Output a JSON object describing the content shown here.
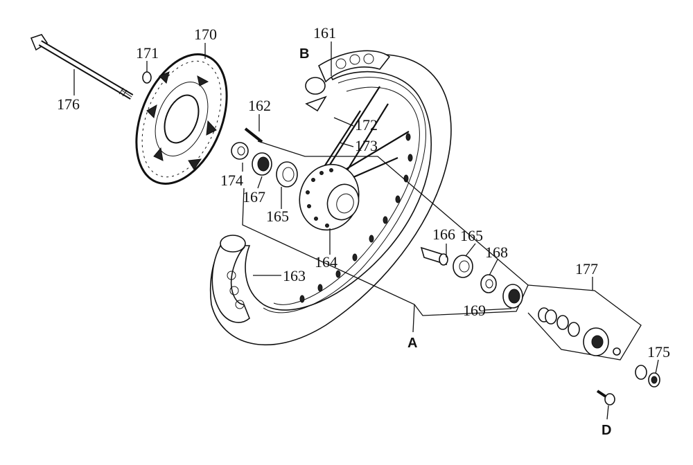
{
  "diagram": {
    "part_labels": {
      "p161": "161",
      "p162": "162",
      "p163": "163",
      "p164": "164",
      "p165a": "165",
      "p165b": "165",
      "p166": "166",
      "p167": "167",
      "p168": "168",
      "p169": "169",
      "p170": "170",
      "p171": "171",
      "p172": "172",
      "p173": "173",
      "p174": "174",
      "p175": "175",
      "p176": "176",
      "p177": "177"
    },
    "letters": {
      "A": "A",
      "B": "B",
      "D": "D"
    }
  }
}
